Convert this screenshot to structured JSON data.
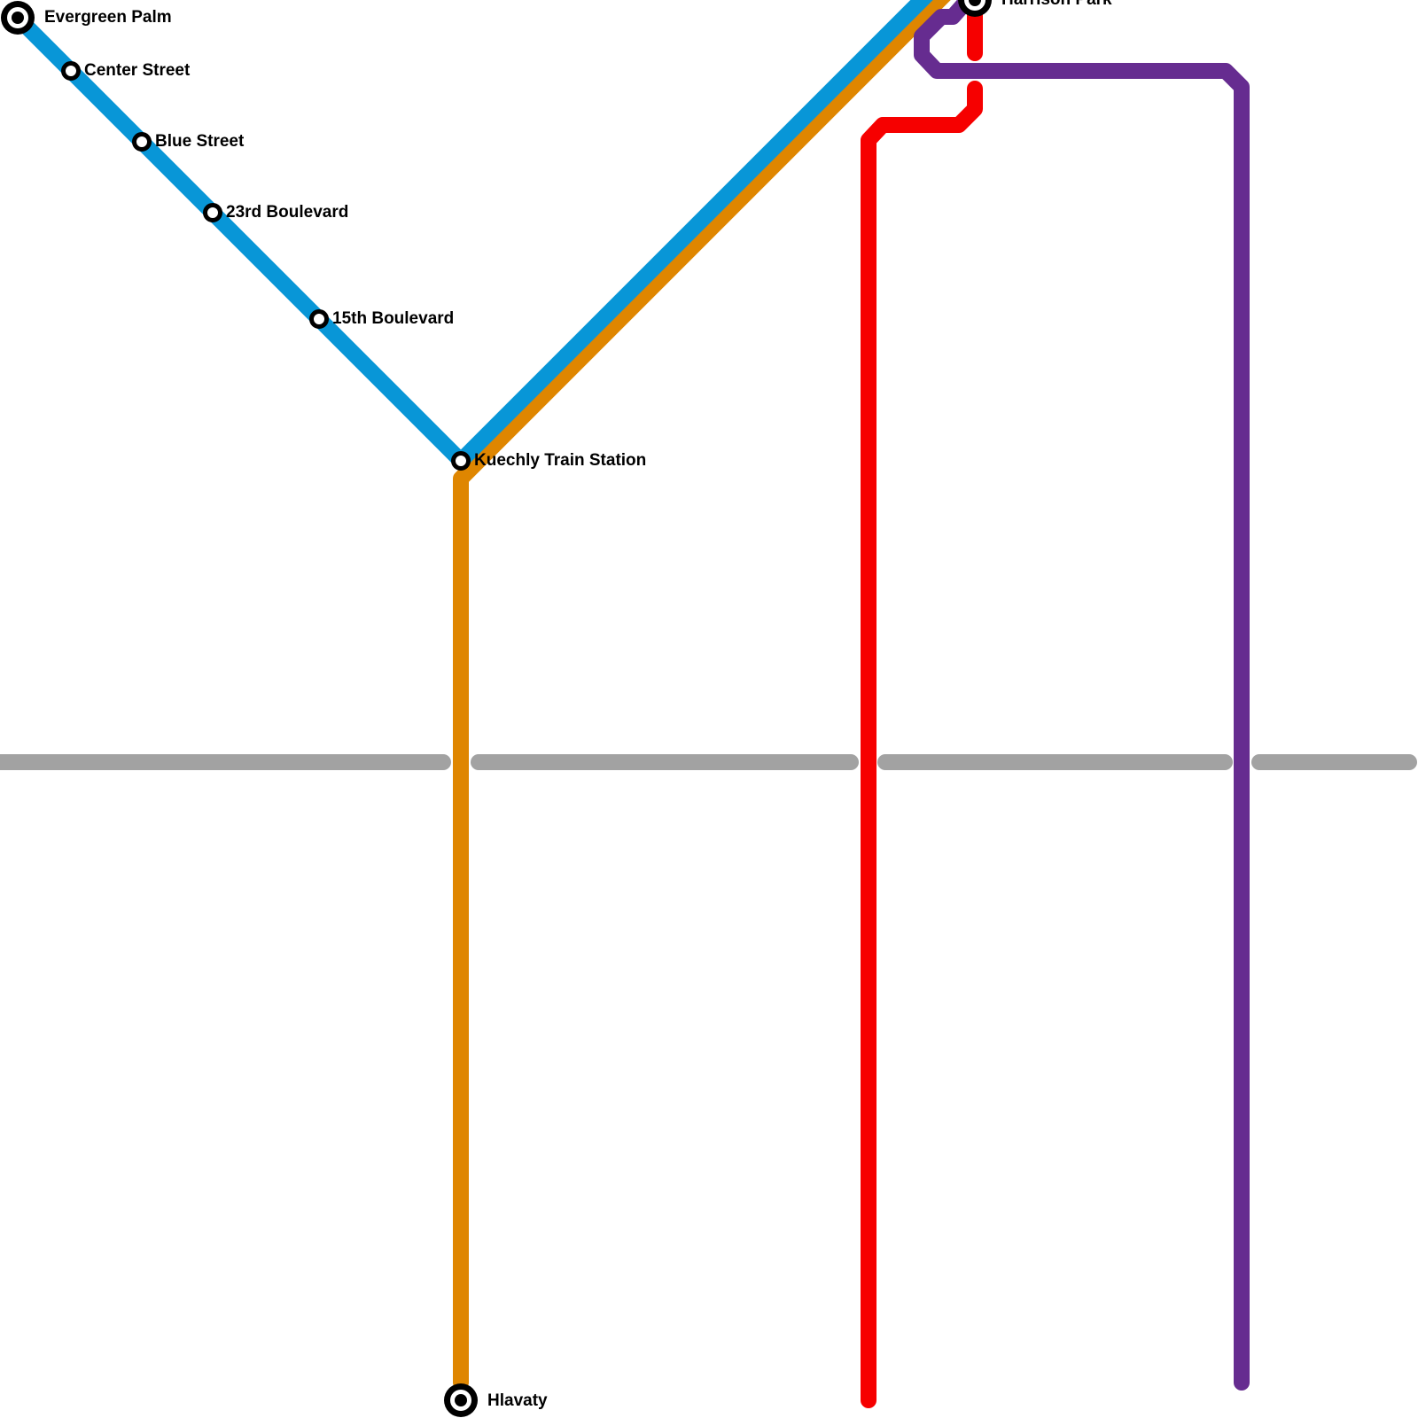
{
  "map": {
    "background_color": "#ffffff",
    "label_color": "#000000"
  },
  "lines": [
    {
      "id": "blue-line",
      "color": "#0896d7"
    },
    {
      "id": "orange-line",
      "color": "#df8600"
    },
    {
      "id": "red-line",
      "color": "#f60000"
    },
    {
      "id": "purple-line",
      "color": "#662c90"
    },
    {
      "id": "gray-line",
      "color": "#a2a2a2"
    }
  ],
  "stations": [
    {
      "id": "evergreen-palm",
      "name": "Evergreen Palm",
      "type": "terminus"
    },
    {
      "id": "center-street",
      "name": "Center Street",
      "type": "stop"
    },
    {
      "id": "blue-street",
      "name": "Blue Street",
      "type": "stop"
    },
    {
      "id": "23rd-boulevard",
      "name": "23rd Boulevard",
      "type": "stop"
    },
    {
      "id": "15th-boulevard",
      "name": "15th Boulevard",
      "type": "stop"
    },
    {
      "id": "kuechly-train-station",
      "name": "Kuechly Train Station",
      "type": "stop"
    },
    {
      "id": "hlavaty",
      "name": "Hlavaty",
      "type": "terminus"
    },
    {
      "id": "harrison-park",
      "name": "Harrison Park",
      "type": "terminus"
    }
  ]
}
